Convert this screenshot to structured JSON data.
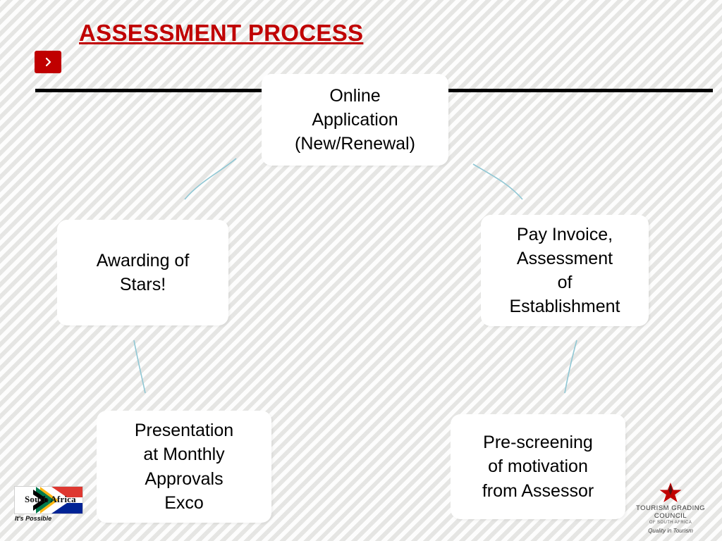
{
  "slide": {
    "title": "ASSESSMENT PROCESS",
    "title_color": "#c00000",
    "background_color": "#f2f2f0",
    "rule_color": "#000000"
  },
  "bullet_marker": {
    "icon": "chevron-right-icon",
    "color": "#c00000"
  },
  "flow": {
    "boxes": [
      {
        "id": "online-application",
        "label": "Online\nApplication\n(New/Renewal)"
      },
      {
        "id": "pay-invoice",
        "label": "Pay Invoice,\nAssessment\nof\nEstablishment"
      },
      {
        "id": "pre-screening",
        "label": "Pre-screening\nof motivation\nfrom Assessor"
      },
      {
        "id": "presentation",
        "label": "Presentation\nat Monthly\nApprovals\nExco"
      },
      {
        "id": "awarding-of-stars",
        "label": "Awarding of\nStars!"
      }
    ],
    "connector_color": "#8fc7d4"
  },
  "footer": {
    "sa_logo": {
      "name": "South Africa",
      "script": "South Africa",
      "tagline": "It's Possible"
    },
    "tgcsa_logo": {
      "line1": "TOURISM GRADING COUNCIL",
      "line2": "OF SOUTH AFRICA",
      "line3": "Quality in Tourism",
      "star_color": "#c00000"
    }
  }
}
